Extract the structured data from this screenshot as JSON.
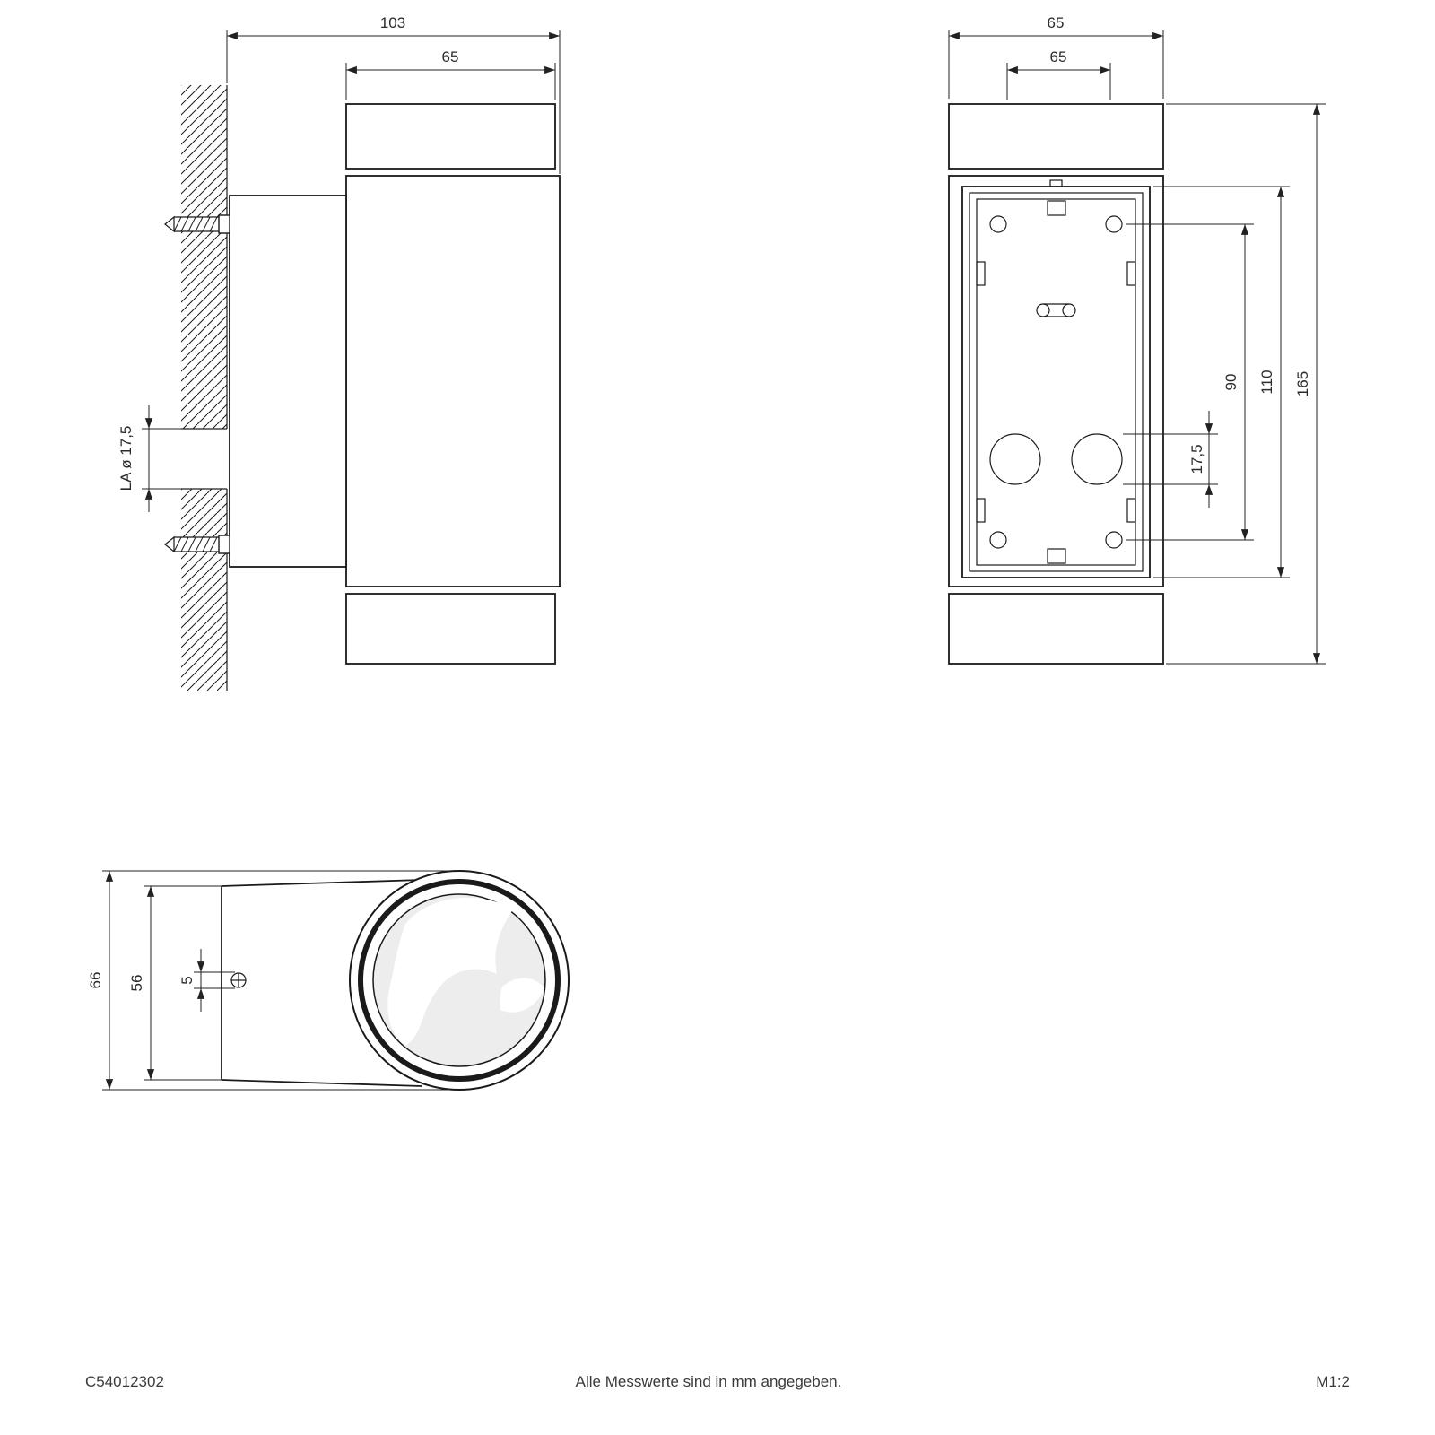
{
  "footer": {
    "article_number": "C54012302",
    "note": "Alle Messwerte sind in mm angegeben.",
    "scale": "M1:2"
  },
  "views": {
    "side": {
      "dims": {
        "total_depth": "103",
        "body_diameter": "65",
        "cable_outlet": "LA ø 17,5"
      }
    },
    "front": {
      "dims": {
        "body_width": "65",
        "top_width": "65",
        "screw_hole_spacing": "90",
        "mounting_plate_height": "110",
        "total_height": "165",
        "cable_hole_diameter": "17,5"
      }
    },
    "top": {
      "dims": {
        "head_diameter": "66",
        "wall_plate_width": "56",
        "screw_offset": "5"
      }
    }
  }
}
